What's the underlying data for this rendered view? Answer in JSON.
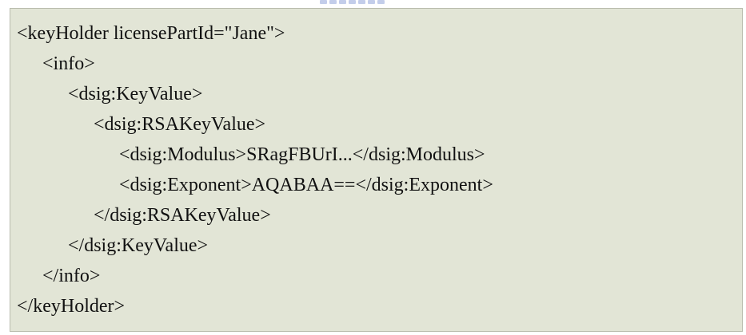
{
  "lines": [
    "<keyHolder licensePartId=\"Jane\">",
    "<info>",
    "<dsig:KeyValue>",
    "<dsig:RSAKeyValue>",
    "<dsig:Modulus>SRagFBUrI...</dsig:Modulus>",
    "<dsig:Exponent>AQABAA==</dsig:Exponent>",
    "</dsig:RSAKeyValue>",
    "</dsig:KeyValue>",
    "</info>",
    "</keyHolder>"
  ]
}
